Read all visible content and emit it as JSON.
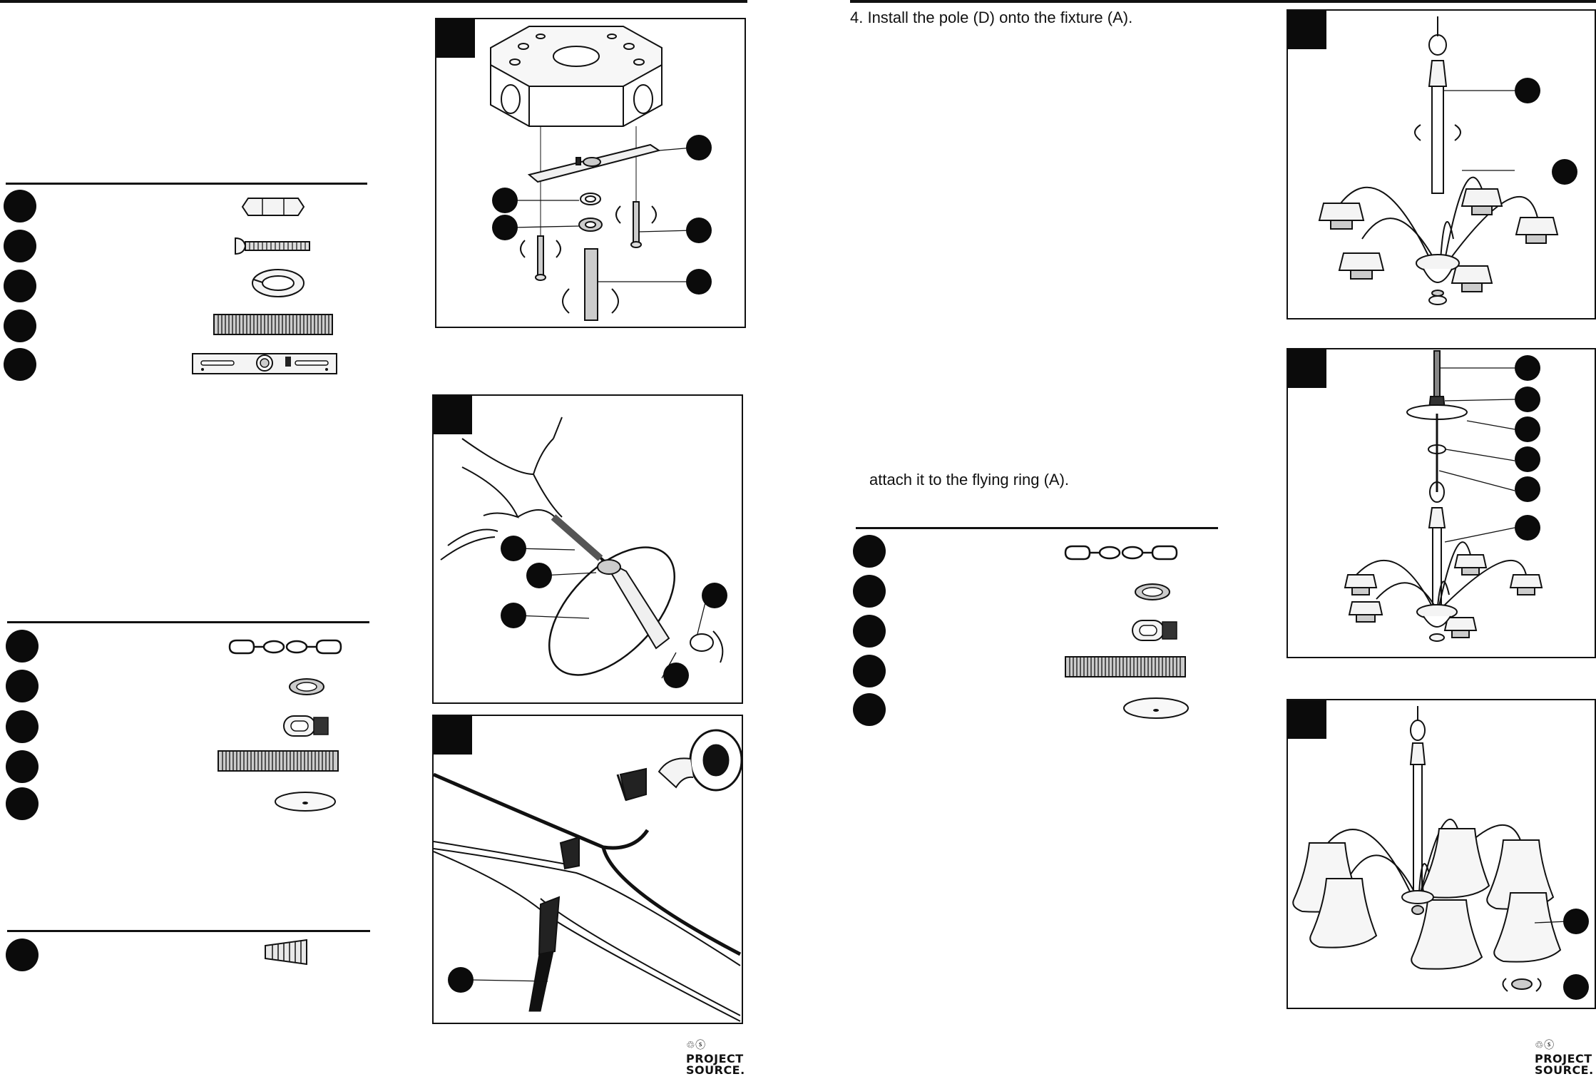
{
  "page": {
    "left_column": {},
    "right_column": {
      "step4_text": "4. Install the pole (D) onto the fixture (A).",
      "step5_fragment": "attach it to the flying ring (A)."
    }
  },
  "brand": {
    "name_line1": "PROJECT",
    "name_line2": "SOURCE.",
    "icons": [
      "recycle-icon",
      "dollar-icon"
    ]
  },
  "figure_colors": {
    "ink": "#111111",
    "shade": "#888888",
    "fill": "#f4f4f4"
  }
}
